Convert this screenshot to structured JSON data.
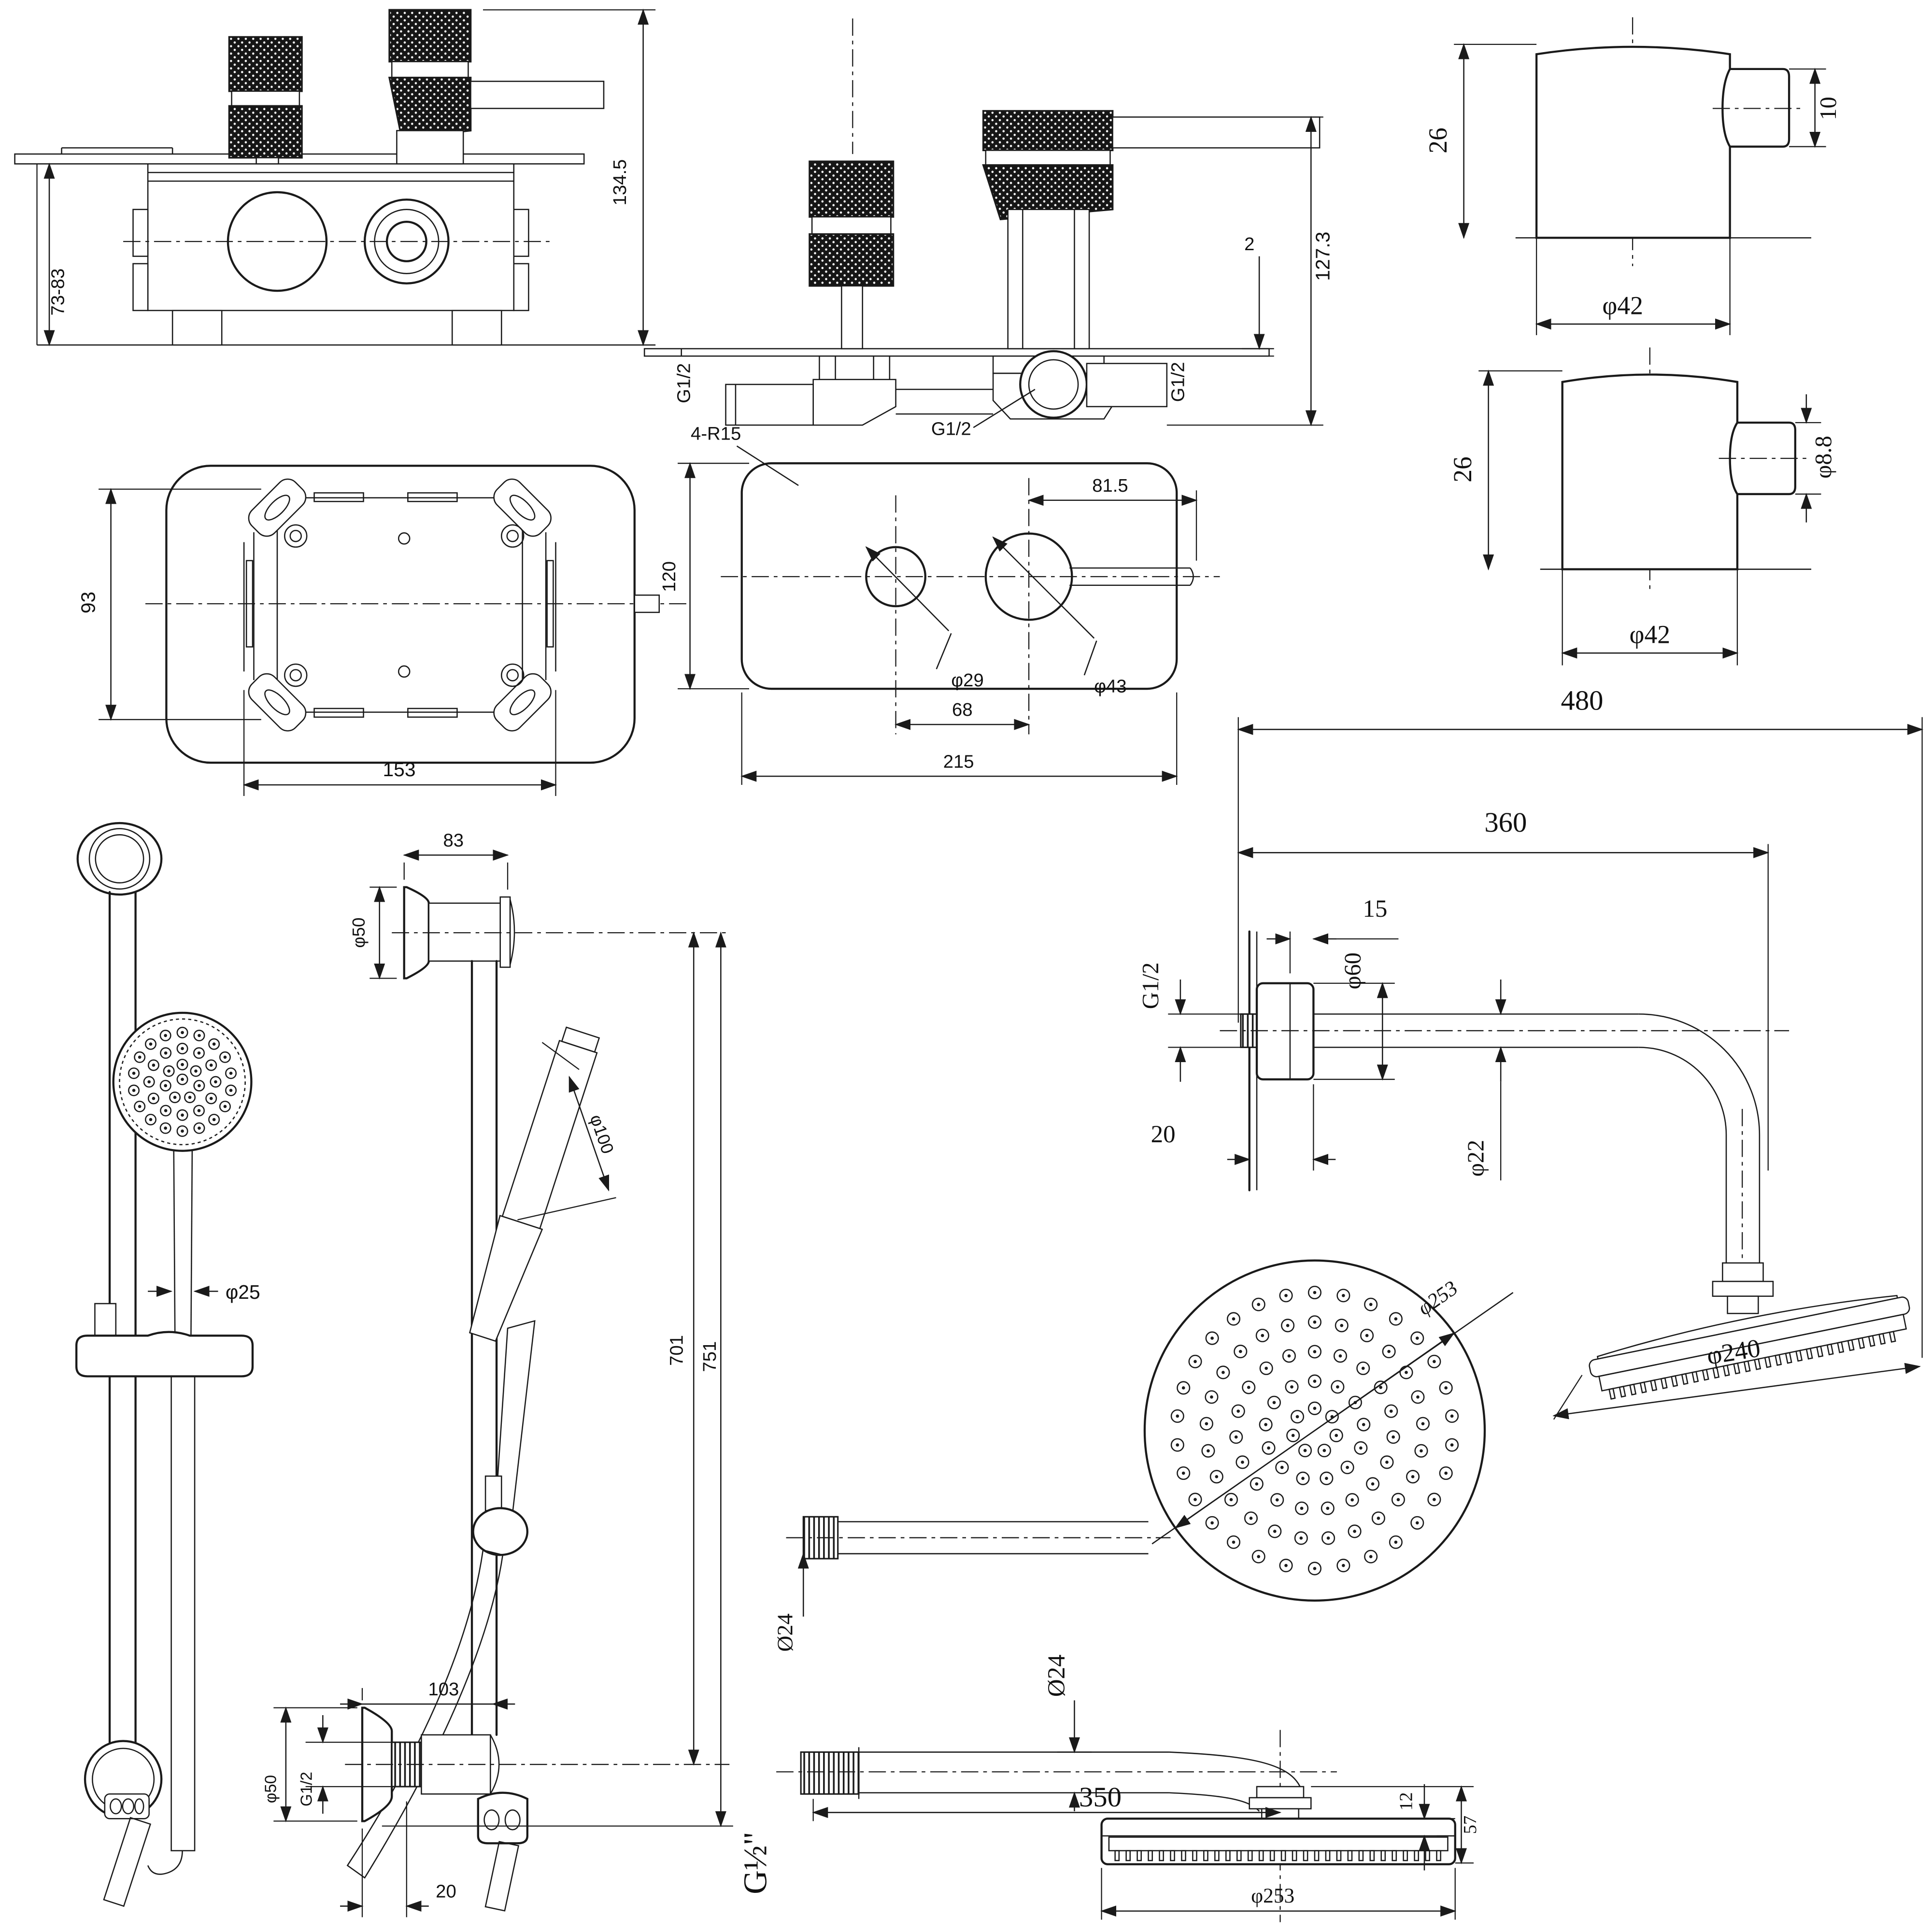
{
  "document": {
    "type": "technical-drawing",
    "subject": "Thermostatic shower system dimensional drawings",
    "background": "#ffffff",
    "line_color": "#1a1a1a"
  },
  "views": {
    "valve_front": {
      "title": "concealed valve front view",
      "labels": {
        "height_range": "73-83",
        "total_height": "134.5"
      }
    },
    "valve_side": {
      "title": "concealed valve side view",
      "labels": {
        "inlet_left": "G1/2",
        "inlet_right": "G1/2",
        "outlet_bottom": "G1/2",
        "plate_thickness": "2",
        "height": "127.3"
      }
    },
    "knob_detail_a": {
      "title": "handle detail upper",
      "labels": {
        "height": "26",
        "stub_height": "10",
        "diameter": "φ42"
      }
    },
    "knob_detail_b": {
      "title": "handle detail lower",
      "labels": {
        "height": "26",
        "stub_diameter": "φ8.8",
        "diameter": "φ42"
      }
    },
    "bracket_back": {
      "title": "mounting box rear view",
      "labels": {
        "height": "93",
        "width": "153"
      }
    },
    "plate_front": {
      "title": "trim plate front view",
      "labels": {
        "corners": "4-R15",
        "height": "120",
        "hole_offset": "81.5",
        "hole_small": "φ29",
        "hole_large": "φ43",
        "hole_spacing": "68",
        "width": "215"
      }
    },
    "wall_arm": {
      "title": "wall shower arm with head",
      "labels": {
        "total_reach": "480",
        "arm_length": "360",
        "plate_depth": "15",
        "thread": "G1/2",
        "escutcheon": "φ60",
        "wall_offset": "20",
        "pipe_diameter": "φ22",
        "head_diameter": "φ240"
      }
    },
    "hand_shower_set": {
      "title": "slide rail with hand shower",
      "labels": {
        "rail_diameter": "φ25"
      }
    },
    "rail_dimensioned": {
      "title": "slide rail dimensioned view",
      "labels": {
        "bracket_length": "83",
        "bracket_diameter": "φ50",
        "wand_diameter": "φ100",
        "rail_length": "701",
        "total_length": "751",
        "bottom_offset": "103",
        "thread": "G1/2",
        "flange_diameter": "φ50",
        "wall_offset": "20"
      }
    },
    "head_top": {
      "title": "rain head top view",
      "labels": {
        "diameter": "φ253",
        "arm_diameter": "Ø24"
      }
    },
    "head_side": {
      "title": "rain head with arm side view",
      "labels": {
        "arm_diameter": "Ø24",
        "thread": "G½\"",
        "arm_length": "350",
        "rim_depth": "12",
        "head_depth": "57",
        "diameter": "φ253"
      }
    }
  }
}
